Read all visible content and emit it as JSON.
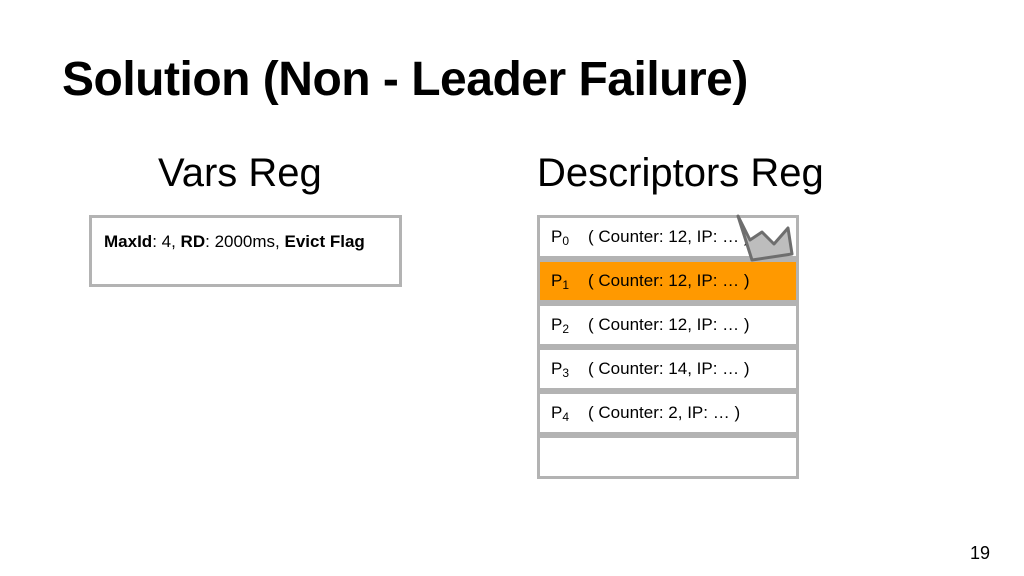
{
  "slide": {
    "title": "Solution (Non - Leader Failure)",
    "page_number": "19"
  },
  "vars_reg": {
    "heading": "Vars Reg",
    "fields": [
      {
        "label": "MaxId",
        "sep": ": ",
        "value": "4, "
      },
      {
        "label": "RD",
        "sep": ": ",
        "value": "2000ms, "
      },
      {
        "label": "Evict Flag",
        "sep": "",
        "value": ""
      }
    ]
  },
  "descriptors_reg": {
    "heading": "Descriptors Reg",
    "rows": [
      {
        "p": "P",
        "sub": "0",
        "info": "( Counter: 12, IP: … )",
        "highlight": false
      },
      {
        "p": "P",
        "sub": "1",
        "info": "( Counter: 12, IP: … )",
        "highlight": true
      },
      {
        "p": "P",
        "sub": "2",
        "info": "( Counter: 12, IP: … )",
        "highlight": false
      },
      {
        "p": "P",
        "sub": "3",
        "info": "( Counter: 14, IP: … )",
        "highlight": false
      },
      {
        "p": "P",
        "sub": "4",
        "info": "( Counter: 2, IP: … )",
        "highlight": false
      },
      {
        "p": "",
        "sub": "",
        "info": "",
        "highlight": false
      }
    ],
    "highlight_color": "#ff9900",
    "leader_marker_icon": "crown-icon"
  }
}
